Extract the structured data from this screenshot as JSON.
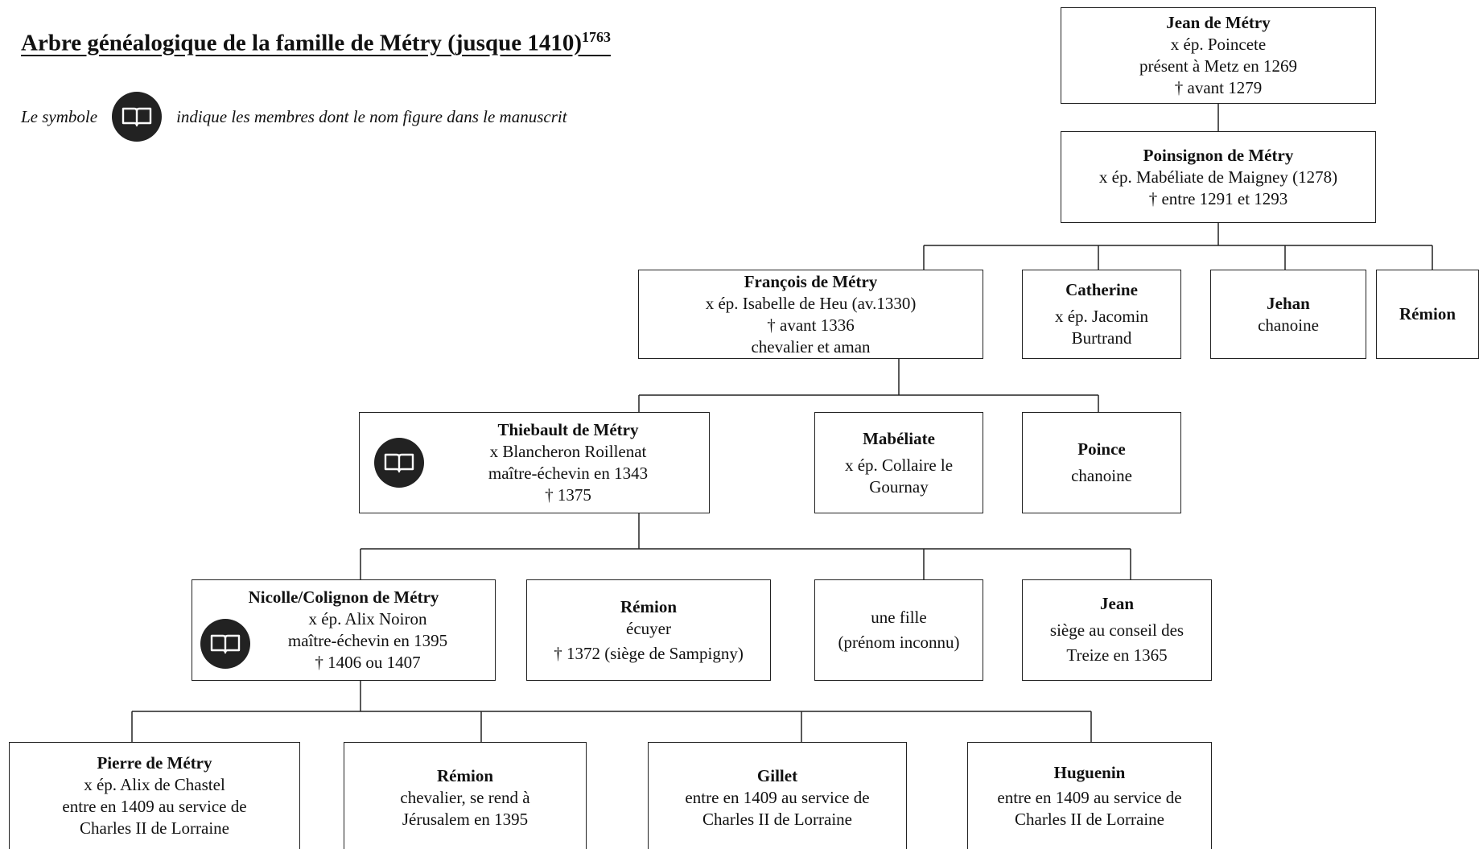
{
  "header": {
    "title": "Arbre généalogique de la famille de Métry (jusque 1410)",
    "footnote": "1763"
  },
  "legend": {
    "prefix": "Le symbole",
    "suffix": "indique les membres dont le nom figure dans le manuscrit",
    "icon": "book-icon"
  },
  "colors": {
    "line": "#222222",
    "icon_bg": "#222222",
    "icon_fg": "#ffffff"
  },
  "tree": {
    "jean_1269": {
      "name": "Jean de Métry",
      "lines": [
        "x ép. Poincete",
        "présent à Metz en 1269",
        "† avant 1279"
      ]
    },
    "poinsignon": {
      "name": "Poinsignon de Métry",
      "lines": [
        "x ép. Mabéliate de Maigney (1278)",
        "† entre 1291 et 1293"
      ]
    },
    "francois": {
      "name": "François de Métry",
      "lines": [
        "x ép. Isabelle de Heu (av.1330)",
        "† avant 1336",
        "chevalier et aman"
      ]
    },
    "catherine": {
      "name": "Catherine",
      "lines": [
        "x ép. Jacomin Burtrand"
      ]
    },
    "jehan": {
      "name": "Jehan",
      "lines": [
        "chanoine"
      ]
    },
    "remion_1": {
      "name": "Rémion",
      "lines": []
    },
    "thiebault": {
      "name": "Thiebault de Métry",
      "lines": [
        "x Blancheron Roillenat",
        "maître-échevin en 1343",
        "† 1375"
      ],
      "in_manuscript": true
    },
    "mabeliate": {
      "name": "Mabéliate",
      "lines": [
        "x ép. Collaire le Gournay"
      ]
    },
    "poince": {
      "name": "Poince",
      "lines": [
        "chanoine"
      ]
    },
    "nicolle": {
      "name": "Nicolle/Colignon de Métry",
      "lines": [
        "x ép. Alix Noiron",
        "maître-échevin en 1395",
        "†  1406 ou 1407"
      ],
      "in_manuscript": true
    },
    "remion_2": {
      "name": "Rémion",
      "lines": [
        "écuyer",
        "† 1372 (siège de Sampigny)"
      ]
    },
    "fille": {
      "name": "",
      "lines": [
        "une fille",
        "(prénom inconnu)"
      ]
    },
    "jean_1365": {
      "name": "Jean",
      "lines": [
        "siège au conseil des Treize en 1365"
      ]
    },
    "pierre": {
      "name": "Pierre de Métry",
      "lines": [
        "x ép.  Alix de Chastel",
        "entre en 1409 au service de Charles II de Lorraine"
      ]
    },
    "remion_3": {
      "name": "Rémion",
      "lines": [
        "chevalier, se rend à Jérusalem en 1395"
      ]
    },
    "gillet": {
      "name": "Gillet",
      "lines": [
        "entre en 1409 au service de Charles II de Lorraine"
      ]
    },
    "huguenin": {
      "name": "Huguenin",
      "lines": [
        "entre en 1409 au service de Charles II de Lorraine"
      ]
    }
  }
}
